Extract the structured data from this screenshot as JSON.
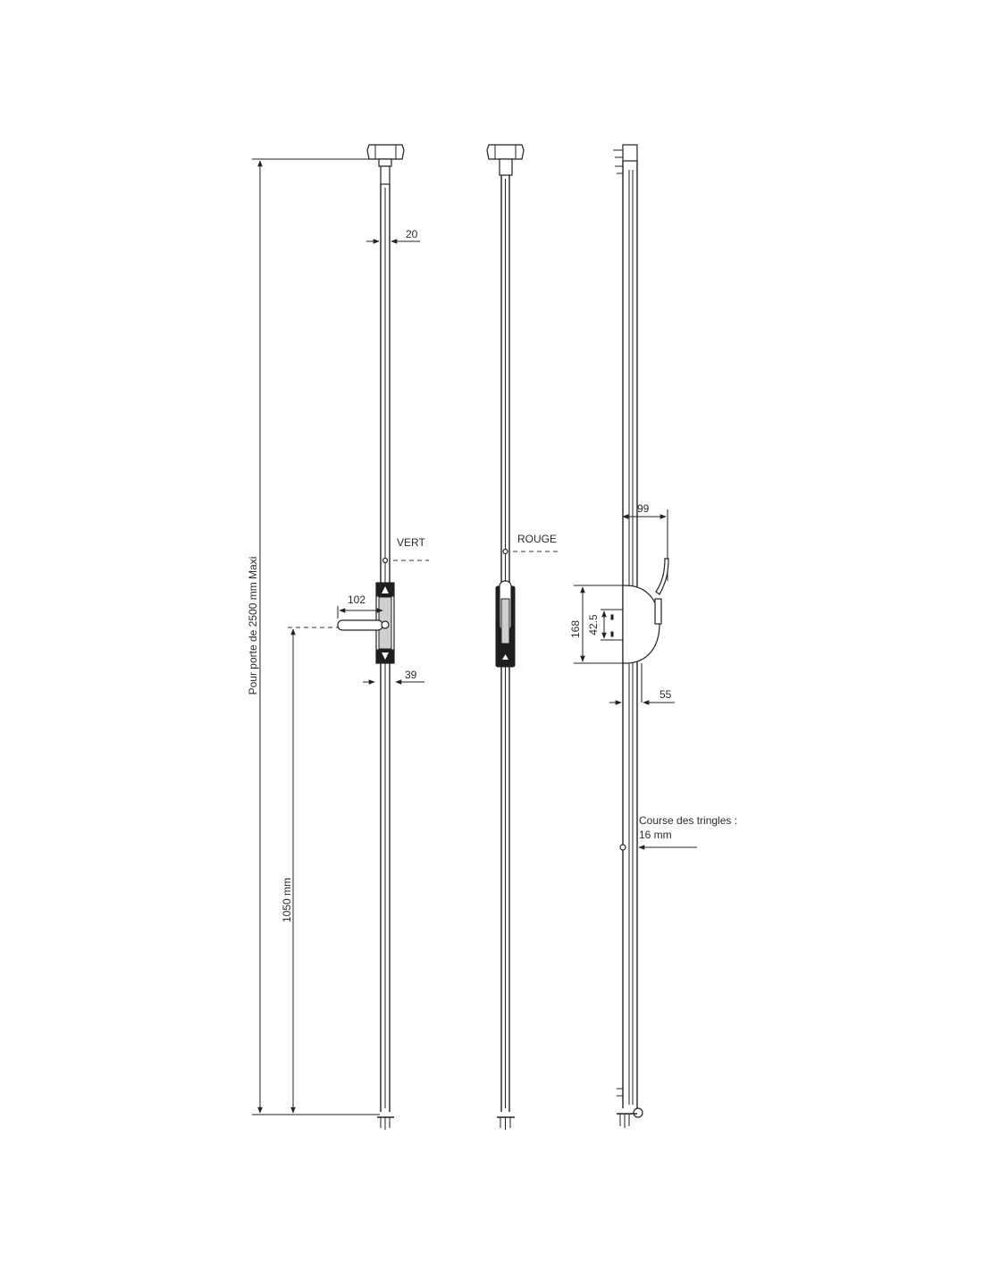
{
  "labels": {
    "overall_height": "Pour porte de 2500 mm Maxi",
    "handle_height": "1050 mm",
    "rod_width": "20",
    "handle_length": "102",
    "box_depth": "39",
    "marker_left": "VERT",
    "marker_middle": "ROUGE",
    "side_offset": "99",
    "side_height": "168",
    "side_spacing": "42.5",
    "side_depth": "55",
    "stroke_note_line1": "Course des tringles  :",
    "stroke_note_line2": "16 mm"
  }
}
